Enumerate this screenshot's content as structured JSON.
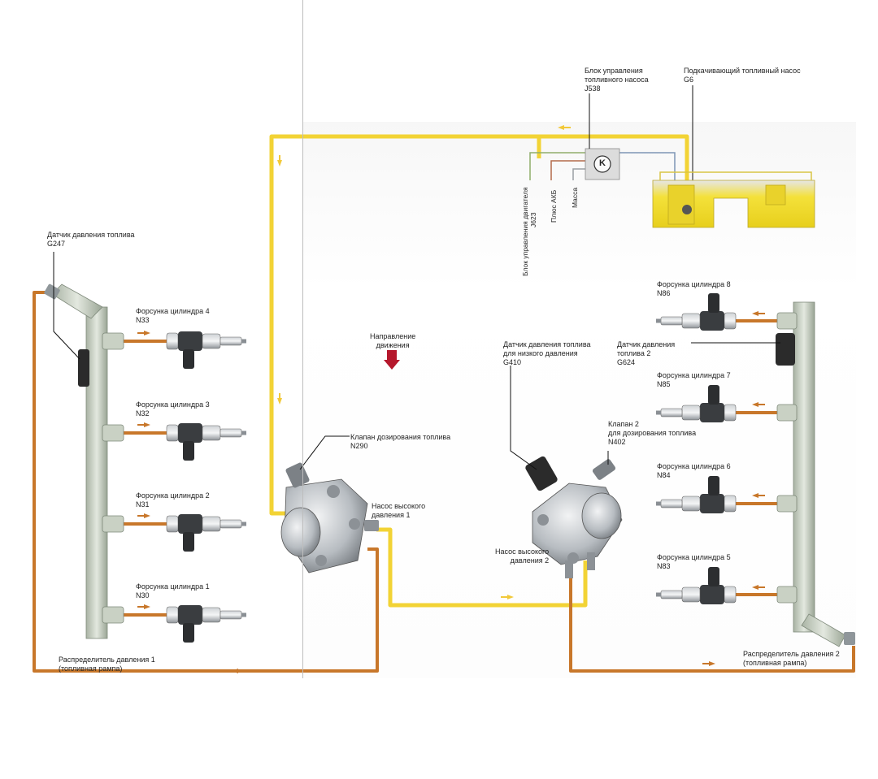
{
  "labels": {
    "g247": [
      "Датчик давления топлива",
      "G247"
    ],
    "n33": [
      "Форсунка цилиндра 4",
      "N33"
    ],
    "n32": [
      "Форсунка цилиндра 3",
      "N32"
    ],
    "n31": [
      "Форсунка цилиндра 2",
      "N31"
    ],
    "n30": [
      "Форсунка цилиндра 1",
      "N30"
    ],
    "rail1": [
      "Распределитель давления 1",
      "(топливная рампа)"
    ],
    "direction": [
      "Направление",
      "движения"
    ],
    "n290": [
      "Клапан дозирования топлива",
      "N290"
    ],
    "pump1": [
      "Насос высокого",
      "давления 1"
    ],
    "j538": [
      "Блок управления",
      "топливного насоса",
      "J538"
    ],
    "g6": [
      "Подкачивающий топливный насос",
      "G6"
    ],
    "j623": [
      "Блок управления двигателя",
      "J623"
    ],
    "battery": "Плюс АКБ",
    "ground": "Масса",
    "g410": [
      "Датчик давления топлива",
      "для низкого давления",
      "G410"
    ],
    "n402": [
      "Клапан 2",
      "для дозирования топлива",
      "N402"
    ],
    "pump2": [
      "Насос высокого",
      "давления 2"
    ],
    "n86": [
      "Форсунка цилиндра 8",
      "N86"
    ],
    "g624": [
      "Датчик давления",
      "топлива 2",
      "G624"
    ],
    "n85": [
      "Форсунка цилиндра 7",
      "N85"
    ],
    "n84": [
      "Форсунка цилиндра 6",
      "N84"
    ],
    "n83": [
      "Форсунка цилиндра 5",
      "N83"
    ],
    "rail2": [
      "Распределитель давления 2",
      "(топливная рампа)"
    ],
    "pump_unit_symbol": "K"
  },
  "colors": {
    "low_pressure_line": "#f2d335",
    "high_pressure_line": "#c8772a",
    "rail": "#c9d1c4",
    "direction_arrow": "#b5172c",
    "tank": "#f4e13a"
  }
}
